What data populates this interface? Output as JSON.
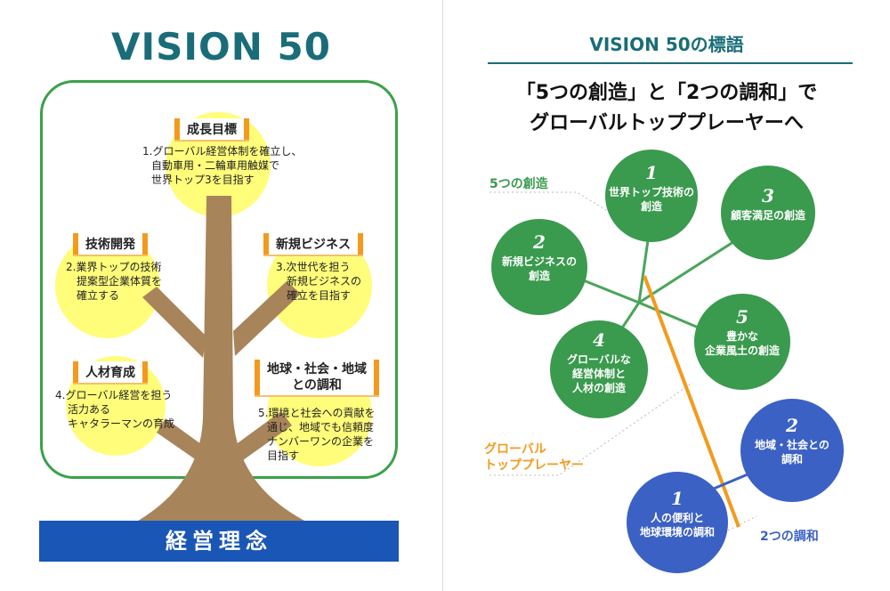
{
  "left": {
    "title": "VISION 50",
    "base": "経営理念",
    "items": [
      {
        "tag": "成長目標",
        "lines": [
          "1.グローバル経営体制を確立し、",
          "自動車用・二輪車用触媒で",
          "世界トップ3を目指す"
        ]
      },
      {
        "tag": "技術開発",
        "lines": [
          "2.業界トップの技術",
          "提案型企業体質を",
          "確立する"
        ]
      },
      {
        "tag": "新規ビジネス",
        "lines": [
          "3.次世代を担う",
          "新規ビジネスの",
          "確立を目指す"
        ]
      },
      {
        "tag": "人材育成",
        "lines": [
          "4.グローバル経営を担う",
          "活力ある",
          "キャタラーマンの育成"
        ]
      },
      {
        "tag_lines": [
          "地球・社会・地域",
          "との調和"
        ],
        "lines": [
          "5.環境と社会への貢献を",
          "通じ、地域でも信頼度",
          "ナンバーワンの企業を",
          "目指す"
        ]
      }
    ]
  },
  "right": {
    "title": "VISION 50の標語",
    "headline": [
      "「5つの創造」と「2つの調和」で",
      "グローバルトッププレーヤーへ"
    ],
    "labels": {
      "creation": "5つの創造",
      "global": [
        "グローバル",
        "トッププレーヤー"
      ],
      "harmony": "2つの調和"
    },
    "green_circles": [
      {
        "num": "1",
        "lines": [
          "世界トップ技術の",
          "創造"
        ]
      },
      {
        "num": "2",
        "lines": [
          "新規ビジネスの",
          "創造"
        ]
      },
      {
        "num": "3",
        "lines": [
          "顧客満足の創造"
        ]
      },
      {
        "num": "4",
        "lines": [
          "グローバルな",
          "経営体制と",
          "人材の創造"
        ]
      },
      {
        "num": "5",
        "lines": [
          "豊かな",
          "企業風土の創造"
        ]
      }
    ],
    "blue_circles": [
      {
        "num": "1",
        "lines": [
          "人の便利と",
          "地球環境の調和"
        ]
      },
      {
        "num": "2",
        "lines": [
          "地域・社会との",
          "調和"
        ]
      }
    ]
  },
  "colors": {
    "teal": "#1a6d78",
    "frame_green": "#3aa14a",
    "yellow": "#fffd7a",
    "orange": "#f39a1d",
    "trunk": "#a8845a",
    "base_blue": "#1a56b5",
    "green": "#3a9a4e",
    "blue": "#3b61c4"
  }
}
